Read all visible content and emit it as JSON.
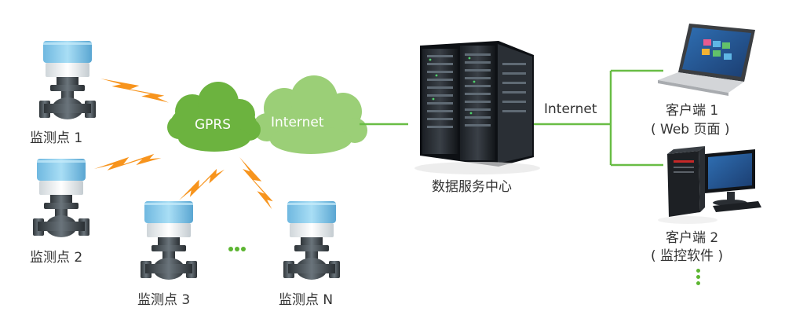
{
  "colors": {
    "green_line": "#69bd45",
    "cloud_dark": "#6cb33f",
    "cloud_light": "#9bcf77",
    "lightning": "#f7941d",
    "valve_blue": "#8fd0ef",
    "valve_dark": "#4a5157",
    "dots": "#5cb531"
  },
  "network": {
    "gprs_label": "GPRS",
    "internet_cloud_label": "Internet",
    "internet_link_label": "Internet"
  },
  "server": {
    "label": "数据服务中心"
  },
  "monitoring_points": [
    {
      "label": "监测点 1"
    },
    {
      "label": "监测点 2"
    },
    {
      "label": "监测点 3"
    },
    {
      "label": "监测点 N"
    }
  ],
  "clients": [
    {
      "name": "客户端 1",
      "desc": "( Web 页面 )",
      "icon": "laptop-icon"
    },
    {
      "name": "客户端 2",
      "desc": "( 监控软件 )",
      "icon": "desktop-pc-icon"
    }
  ]
}
